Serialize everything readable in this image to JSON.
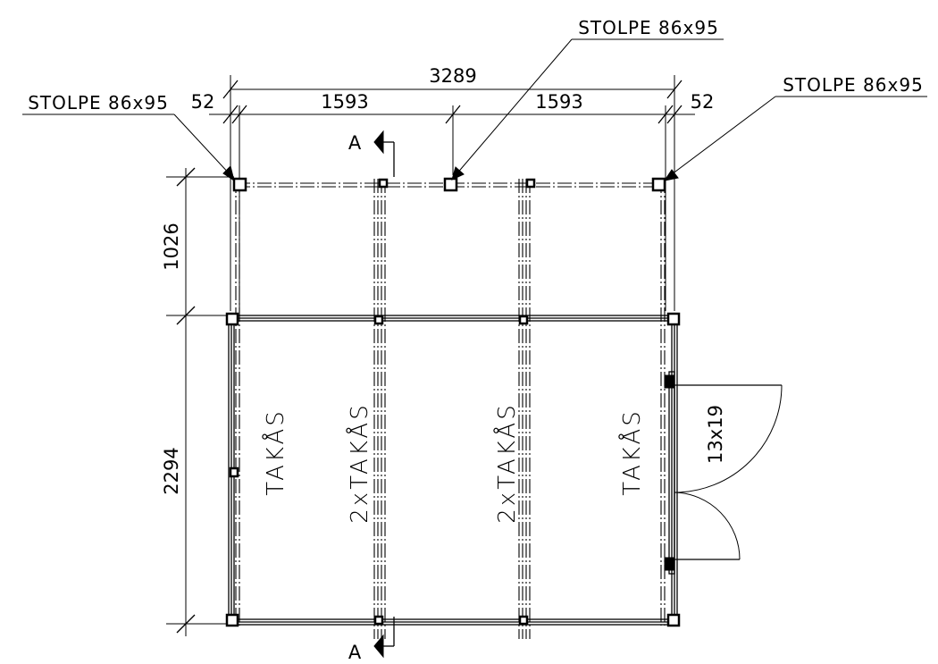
{
  "labels": {
    "post_left": "STOLPE 86x95",
    "post_middle": "STOLPE 86x95",
    "post_right": "STOLPE 86x95",
    "section_top": "A",
    "section_bottom": "A",
    "door": "13x19"
  },
  "dimensions": {
    "overall_width": "3289",
    "bay_left": "1593",
    "bay_right": "1593",
    "edge_left": "52",
    "edge_right": "52",
    "overhang_depth": "1026",
    "room_depth": "2294"
  },
  "roof_members": {
    "rafter_1": "TAKÅS",
    "rafter_2": "2xTAKÅS",
    "rafter_3": "2xTAKÅS",
    "rafter_4": "TAKÅS"
  }
}
